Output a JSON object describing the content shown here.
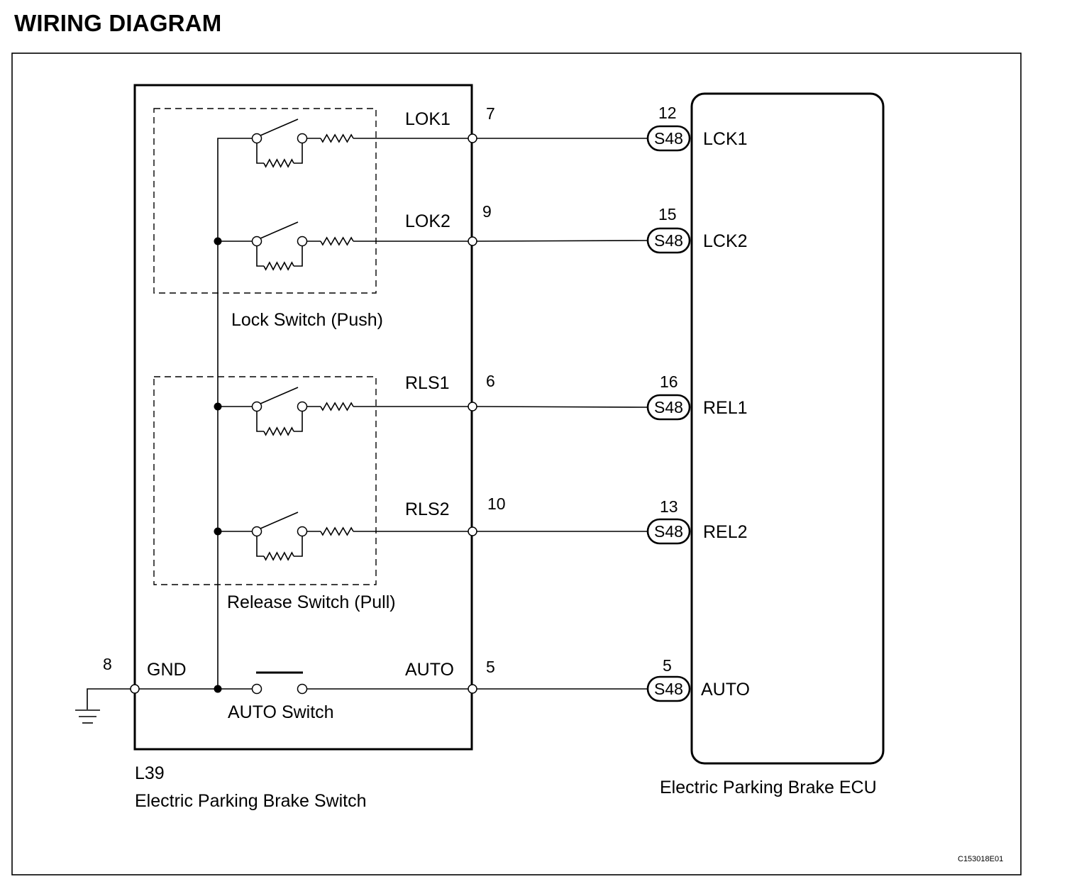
{
  "title": "WIRING DIAGRAM",
  "switch_unit": {
    "code": "L39",
    "name": "Electric Parking Brake Switch",
    "lock_group_label": "Lock Switch (Push)",
    "release_group_label": "Release Switch (Pull)",
    "auto_switch_label": "AUTO Switch",
    "gnd_label": "GND",
    "gnd_pin": "8",
    "signals": [
      {
        "name": "LOK1",
        "pin": "7"
      },
      {
        "name": "LOK2",
        "pin": "9"
      },
      {
        "name": "RLS1",
        "pin": "6"
      },
      {
        "name": "RLS2",
        "pin": "10"
      },
      {
        "name": "AUTO",
        "pin": "5"
      }
    ]
  },
  "ecu": {
    "name": "Electric Parking Brake ECU",
    "connector": "S48",
    "terminals": [
      {
        "name": "LCK1",
        "pin": "12"
      },
      {
        "name": "LCK2",
        "pin": "15"
      },
      {
        "name": "REL1",
        "pin": "16"
      },
      {
        "name": "REL2",
        "pin": "13"
      },
      {
        "name": "AUTO",
        "pin": "5"
      }
    ]
  },
  "figure_code": "C153018E01"
}
